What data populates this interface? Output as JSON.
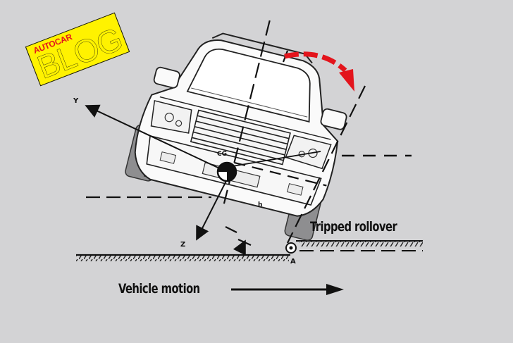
{
  "logo": {
    "brand": "AUTOCAR",
    "word": "BLOG",
    "background_color": "#fff200",
    "brand_color": "#e3141c"
  },
  "diagram": {
    "axis_labels": {
      "y": "Y",
      "z": "Z",
      "cg": "CG",
      "h": "h",
      "pivot": "A"
    },
    "captions": {
      "tripped": "Tripped rollover",
      "motion": "Vehicle motion"
    },
    "colors": {
      "background": "#d3d3d5",
      "rotation_arrow": "#e3141c",
      "line": "#111111",
      "tyre": "#8e8e90"
    },
    "icons": {
      "rotation_arrow": "curved-arrow-clockwise",
      "motion_arrow": "arrow-right",
      "pivot": "pivot-circle",
      "cg_marker": "center-of-gravity-symbol"
    }
  }
}
